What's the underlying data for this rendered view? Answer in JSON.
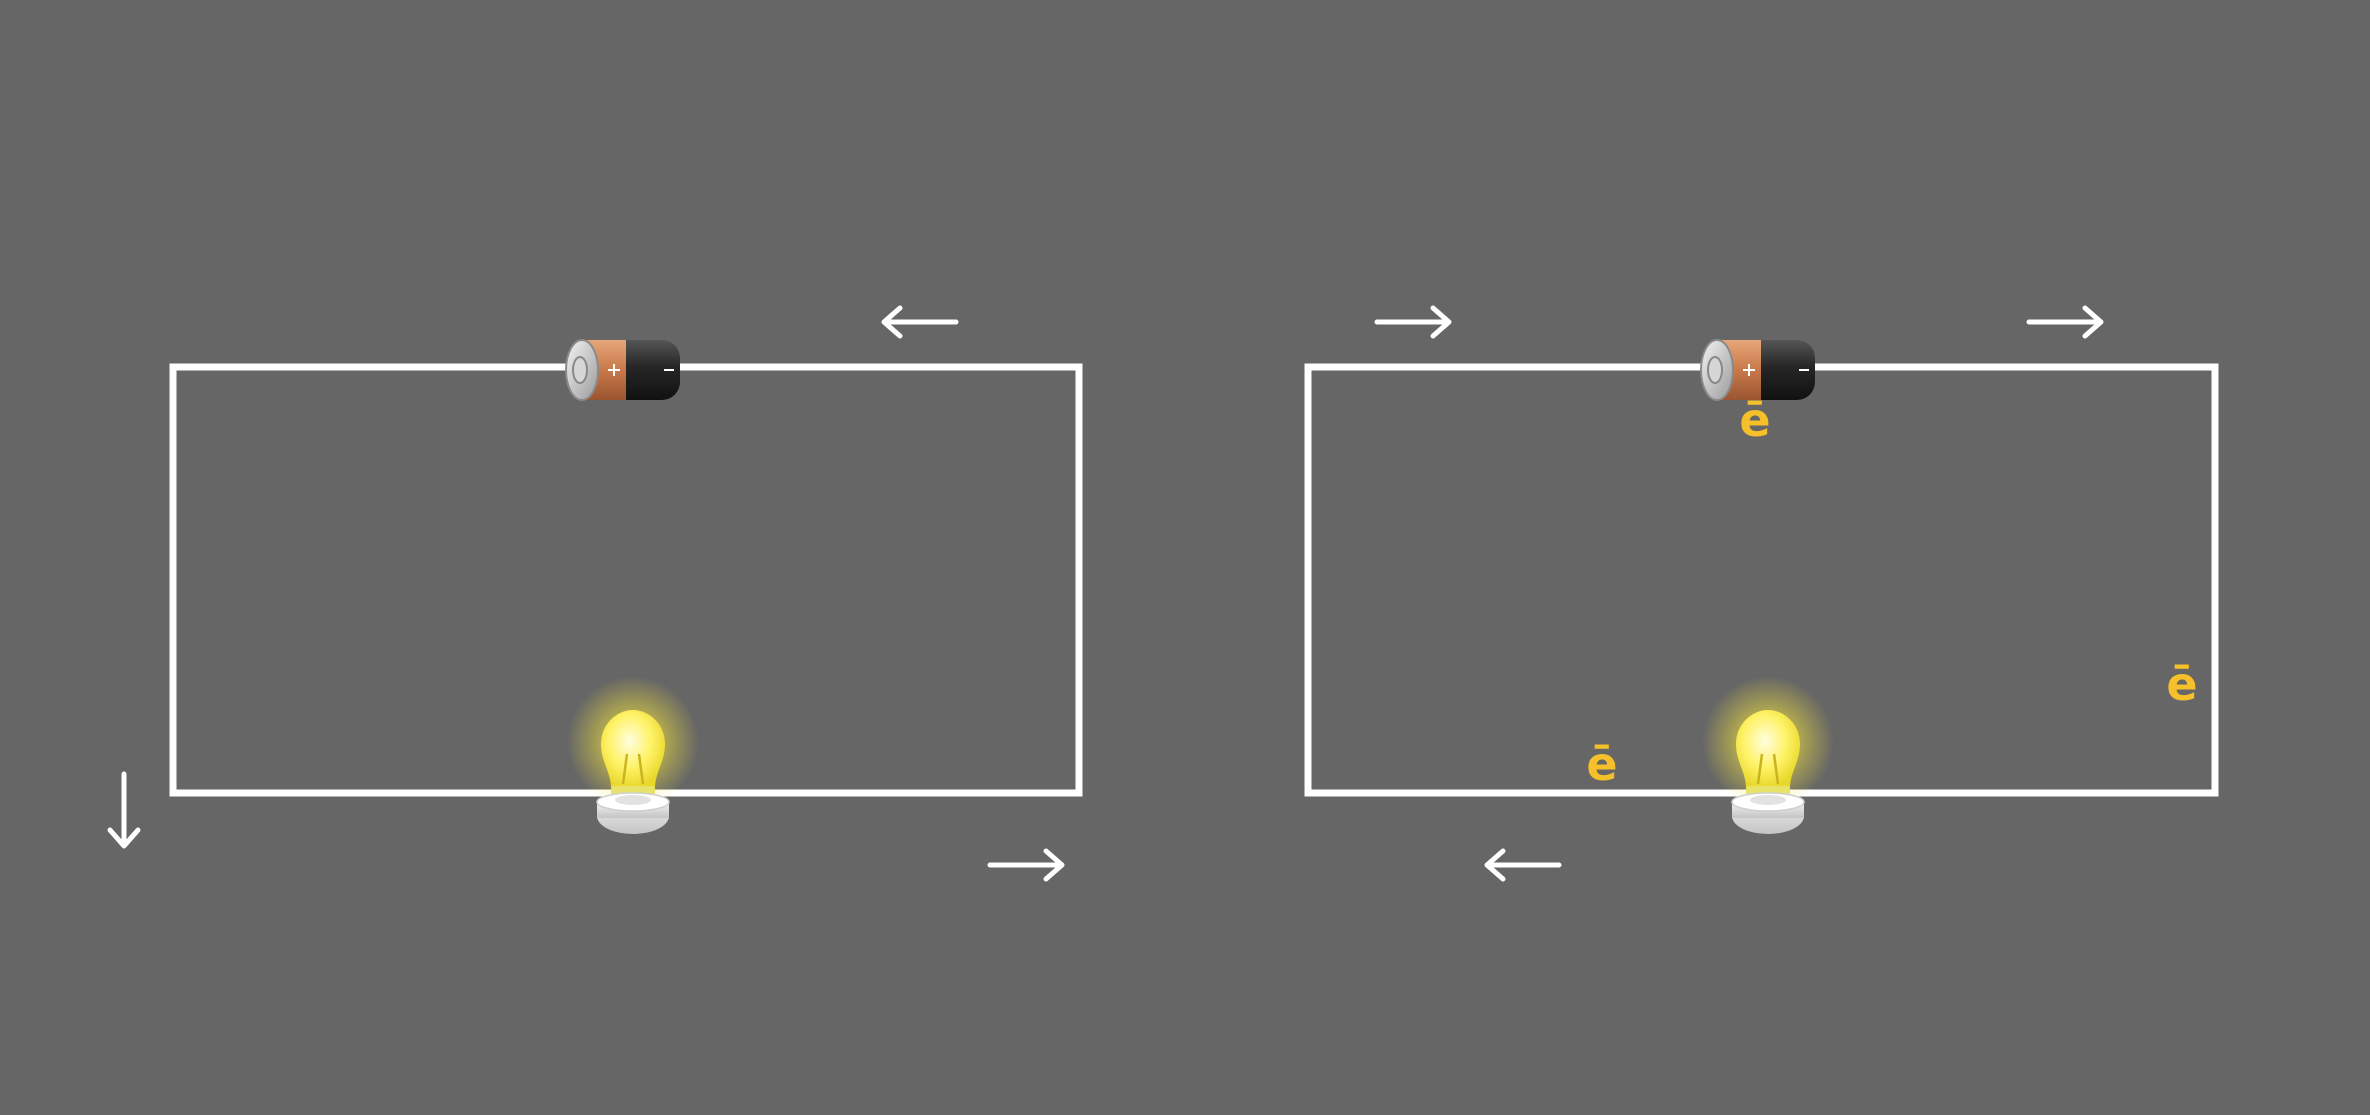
{
  "colors": {
    "background": "#666666",
    "wire": "#ffffff",
    "arrow": "#ffffff",
    "electron_label": "#f5c02a",
    "bulb_glow": "#fff35a"
  },
  "battery": {
    "plus_symbol": "+",
    "minus_symbol": "-"
  },
  "electron": {
    "symbol": "ē"
  },
  "left_circuit": {
    "arrows": [
      {
        "direction": "left"
      },
      {
        "direction": "down"
      },
      {
        "direction": "right"
      }
    ]
  },
  "right_circuit": {
    "arrows": [
      {
        "direction": "right"
      },
      {
        "direction": "right"
      },
      {
        "direction": "left"
      }
    ],
    "electron_labels": 3
  }
}
